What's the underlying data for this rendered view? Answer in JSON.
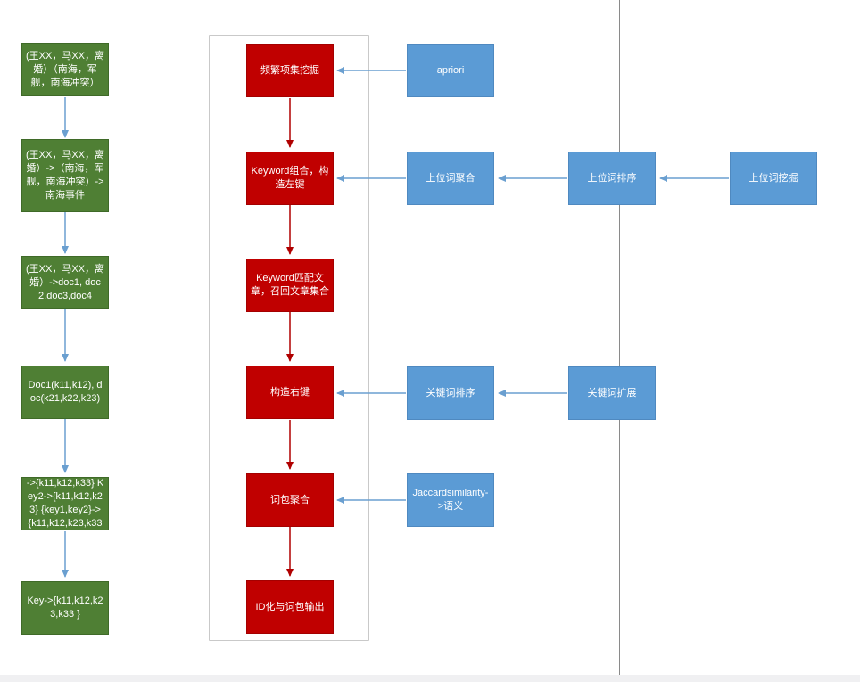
{
  "green_nodes": [
    "(王XX，马XX，离婚）（南海，军舰，南海冲突）",
    "(王XX，马XX，离婚）->（南海，军舰，南海冲突）->南海事件",
    "(王XX，马XX，离婚）->doc1, doc2.doc3,doc4",
    "Doc1(k11,k12), doc(k21,k22,k23)",
    "->{k11,k12,k33} Key2->{k11,k12,k23} {key1,key2}->{k11,k12,k23,k33",
    "Key->{k11,k12,k23,k33 }"
  ],
  "red_nodes": [
    "频繁项集挖掘",
    "Keyword组合，构造左键",
    "Keyword匹配文章，召回文章集合",
    "构造右键",
    "词包聚合",
    "ID化与词包输出"
  ],
  "blue_nodes": {
    "apriori": "apriori",
    "hypernym_cluster": "上位词聚合",
    "hypernym_rank": "上位词排序",
    "hypernym_mine": "上位词挖掘",
    "keyword_rank": "关键词排序",
    "keyword_expand": "关键词扩展",
    "jaccard": "Jaccardsimilarity->语义"
  },
  "colors": {
    "green": "#4f7f34",
    "red": "#c00000",
    "blue": "#5b9bd5",
    "blue_arrow": "#6a9fd0",
    "red_arrow": "#b00000"
  }
}
